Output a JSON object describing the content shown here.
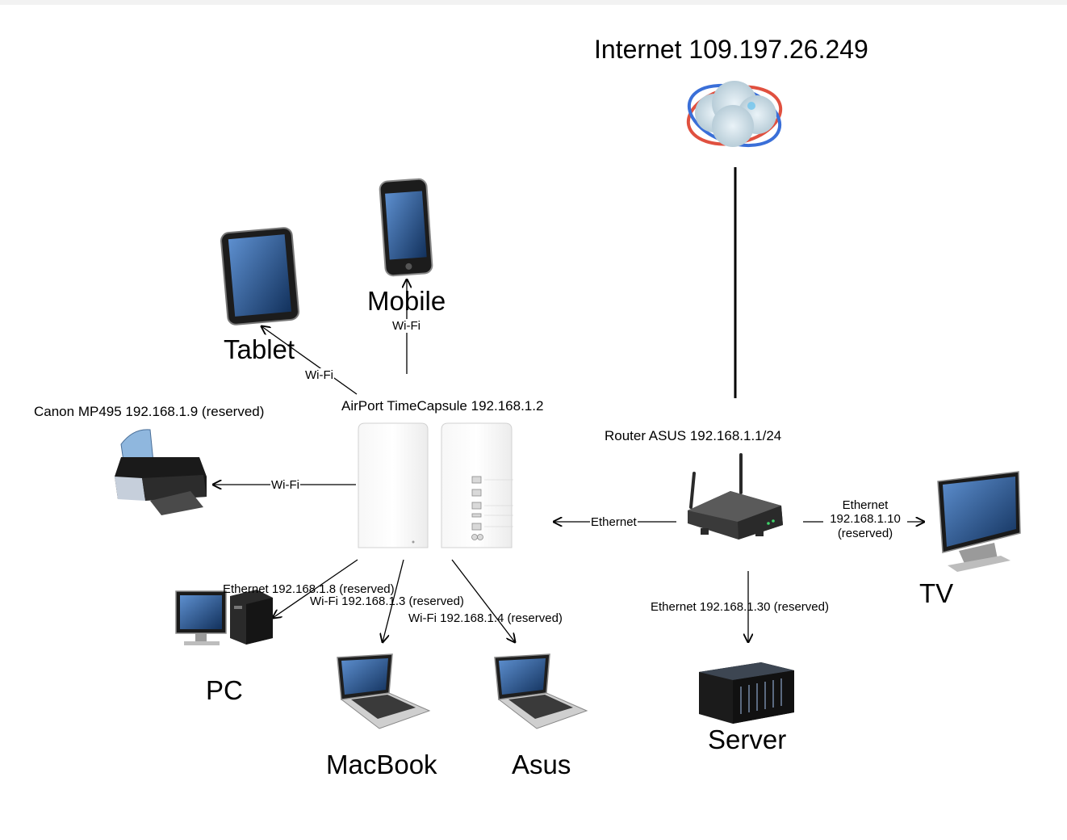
{
  "nodes": {
    "internet": {
      "label": "Internet 109.197.26.249",
      "icon": "internet-cloud-icon"
    },
    "mobile": {
      "label": "Mobile",
      "icon": "smartphone-icon"
    },
    "tablet": {
      "label": "Tablet",
      "icon": "tablet-icon"
    },
    "printer": {
      "label": "Canon MP495 192.168.1.9 (reserved)",
      "icon": "printer-icon"
    },
    "airport": {
      "label": "AirPort TimeCapsule 192.168.1.2",
      "icon": "airport-timecapsule-icon"
    },
    "router": {
      "label": "Router ASUS 192.168.1.1/24",
      "icon": "router-icon"
    },
    "tv": {
      "label": "TV",
      "icon": "monitor-icon"
    },
    "pc": {
      "label": "PC",
      "icon": "desktop-pc-icon"
    },
    "macbook": {
      "label": "MacBook",
      "icon": "laptop-icon"
    },
    "asus": {
      "label": "Asus",
      "icon": "laptop-icon"
    },
    "server": {
      "label": "Server",
      "icon": "server-icon"
    }
  },
  "edges": {
    "airport_tablet": "Wi-Fi",
    "airport_mobile": "Wi-Fi",
    "airport_printer": "Wi-Fi",
    "router_airport": "Ethernet",
    "router_tv_line1": "Ethernet",
    "router_tv_line2": "192.168.1.10",
    "router_tv_line3": "(reserved)",
    "router_server": "Ethernet 192.168.1.30 (reserved)",
    "airport_pc": "Ethernet 192.168.1.8 (reserved)",
    "airport_macbook": "Wi-Fi 192.168.1.3 (reserved)",
    "airport_asus": "Wi-Fi 192.168.1.4 (reserved)"
  },
  "colors": {
    "line": "#000000",
    "screen": "#1f4f8a",
    "device_dark": "#1e1e1e",
    "internet_ring_red": "#e0503f",
    "internet_ring_blue": "#3a6fd8"
  }
}
